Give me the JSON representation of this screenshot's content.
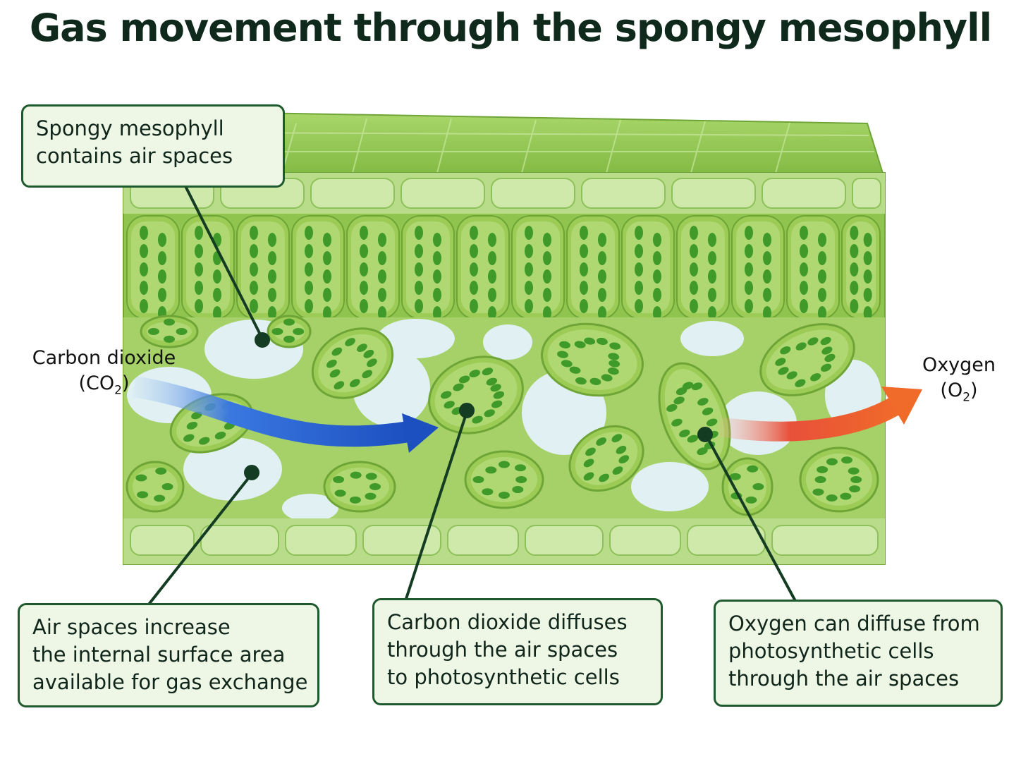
{
  "title": "Gas movement through the spongy mesophyll",
  "gases": {
    "co2": {
      "name": "Carbon dioxide",
      "formula_open": "(CO",
      "formula_sub": "2",
      "formula_close": ")",
      "color": "#2358c9"
    },
    "o2": {
      "name": "Oxygen",
      "formula_open": "(O",
      "formula_sub": "2",
      "formula_close": ")",
      "color": "#e8502f"
    }
  },
  "callouts": {
    "spongy": {
      "lines": [
        "Spongy mesophyll",
        "contains air spaces"
      ]
    },
    "air_spaces": {
      "lines": [
        "Air spaces increase",
        "the internal surface area",
        "available for gas exchange"
      ]
    },
    "co2_diffuses": {
      "lines": [
        "Carbon dioxide diffuses",
        "through the air spaces",
        "to photosynthetic cells"
      ]
    },
    "o2_diffuses": {
      "lines": [
        "Oxygen can diffuse from",
        "photosynthetic cells",
        "through the air spaces"
      ]
    }
  },
  "colors": {
    "cell_fill": "#9ccc56",
    "cell_light": "#c4e38e",
    "chloroplast": "#3f9a2a",
    "air_space": "#e3f1fa",
    "leader_line": "#143c22"
  }
}
